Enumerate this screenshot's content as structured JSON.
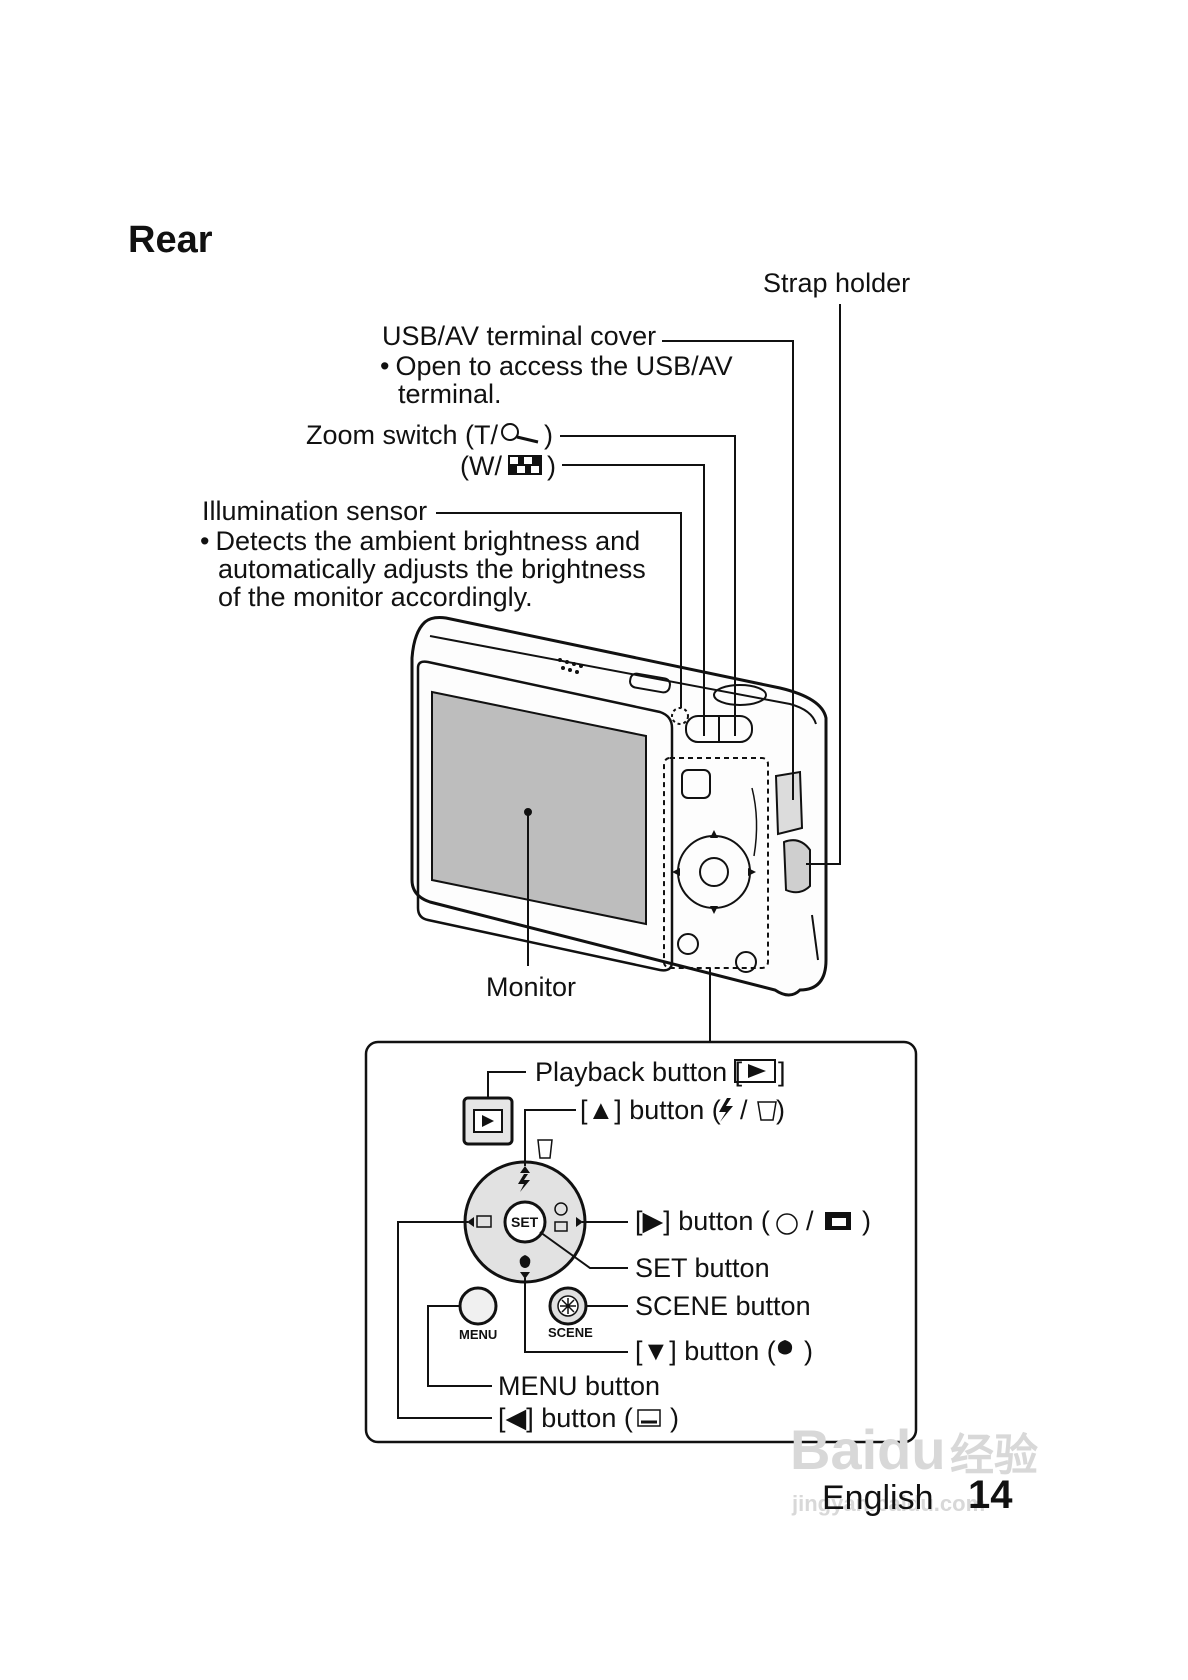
{
  "section_title": "Rear",
  "labels": {
    "strap_holder": "Strap holder",
    "usb_cover": "USB/AV terminal cover",
    "usb_cover_note_1": "Open to access the USB/AV",
    "usb_cover_note_2": "terminal.",
    "zoom_switch": "Zoom switch",
    "zoom_t": "(T/",
    "zoom_w": "(W/",
    "close_paren": ")",
    "illum_sensor": "Illumination sensor",
    "illum_note_1": "Detects the ambient brightness and",
    "illum_note_2": "automatically adjusts the brightness",
    "illum_note_3": "of the monitor accordingly.",
    "monitor": "Monitor"
  },
  "callouts": {
    "playback": "Playback button [",
    "playback_end": "]",
    "up_button": "[▲] button (",
    "up_mid": "/",
    "up_end": ")",
    "right_button": "[▶] button (",
    "right_mid": "/",
    "right_end": ")",
    "set_button": "SET button",
    "scene_button": "SCENE button",
    "down_button": "[▼] button (",
    "down_end": ")",
    "menu_button": "MENU button",
    "left_button": "[◀] button (",
    "left_end": ")"
  },
  "button_captions": {
    "set": "SET",
    "menu": "MENU",
    "scene": "SCENE"
  },
  "footer": {
    "language": "English",
    "page_number": "14"
  },
  "watermark": {
    "brand": "Bai",
    "brand2": "du",
    "cn": "经验",
    "url": "jingyan.baidu.com"
  }
}
